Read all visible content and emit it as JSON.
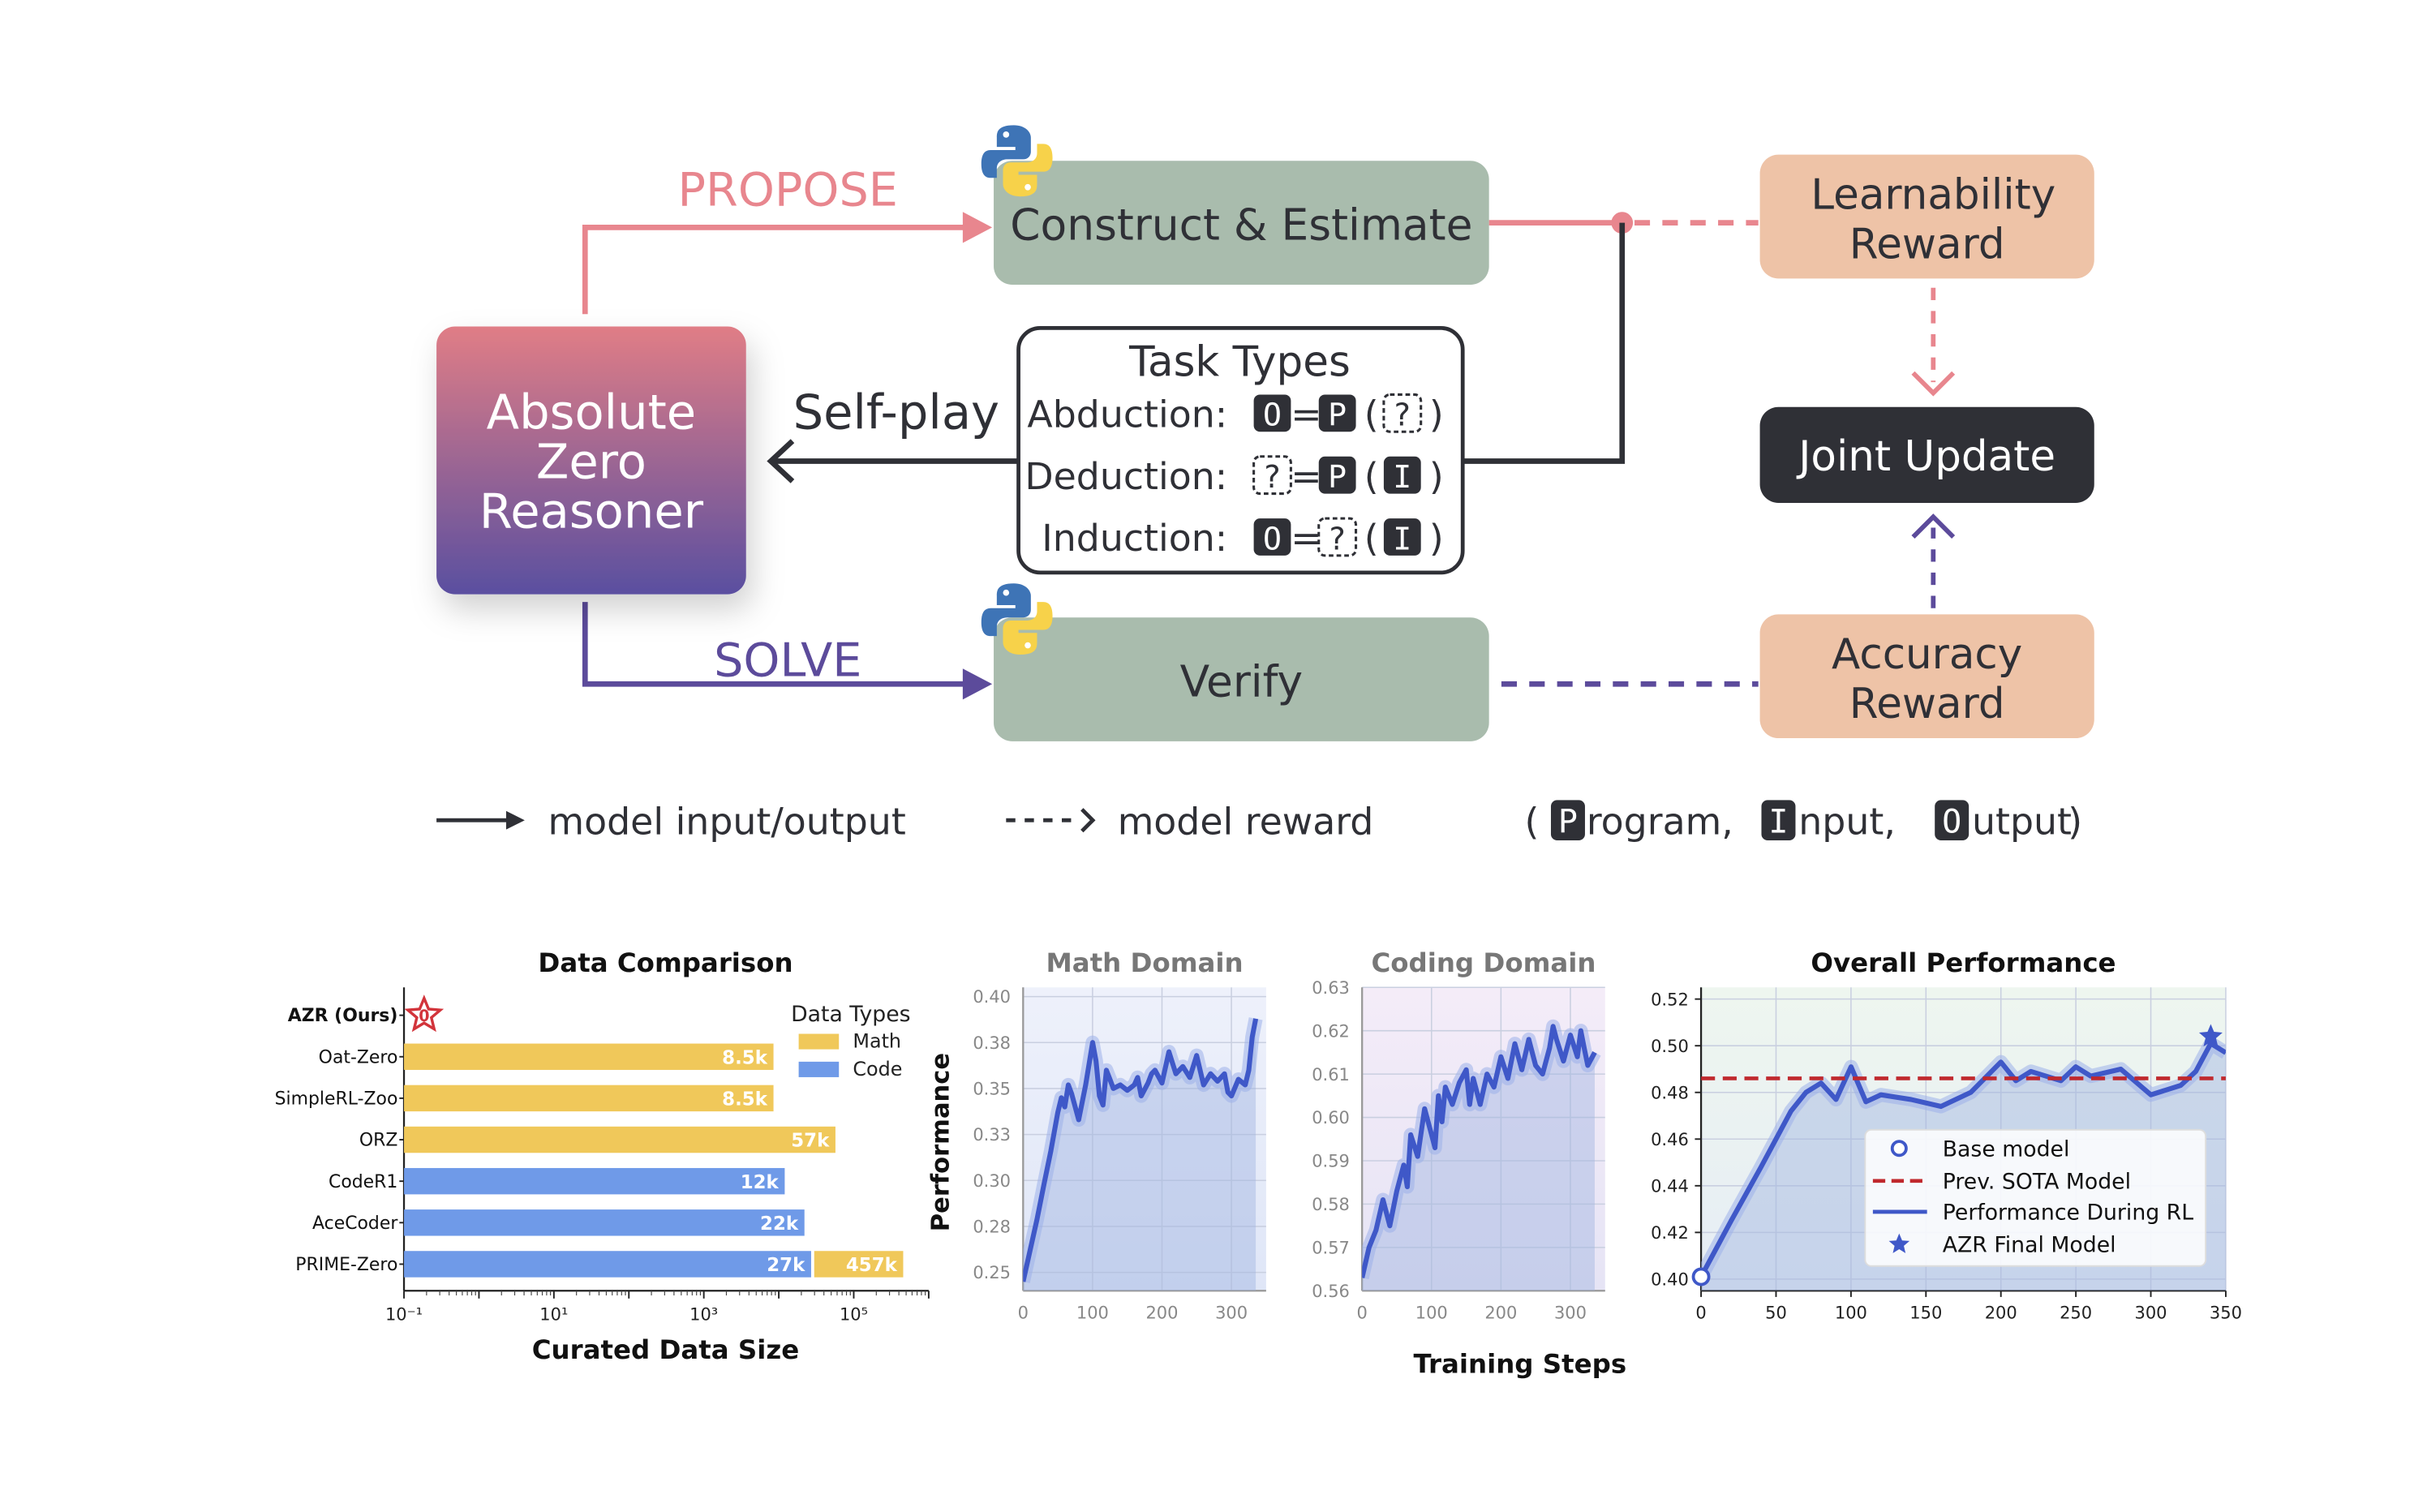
{
  "diagram": {
    "propose_label": "PROPOSE",
    "solve_label": "SOLVE",
    "selfplay_label": "Self-play",
    "reasoner_lines": [
      "Absolute",
      "Zero",
      "Reasoner"
    ],
    "construct_label": "Construct & Estimate",
    "verify_label": "Verify",
    "learnability_lines": [
      "Learnability",
      "Reward"
    ],
    "accuracy_lines": [
      "Accuracy",
      "Reward"
    ],
    "joint_update_label": "Joint Update",
    "task_types_title": "Task Types",
    "task_rows": [
      {
        "label": "Abduction:",
        "glyphs": [
          "O",
          "=",
          "P",
          "(",
          "?",
          ")"
        ]
      },
      {
        "label": "Deduction:",
        "glyphs": [
          "?",
          "=",
          "P",
          "(",
          "I",
          ")"
        ]
      },
      {
        "label": "Induction:",
        "glyphs": [
          "O",
          "=",
          "?",
          "(",
          "I",
          ")"
        ]
      }
    ],
    "python_icon": "python-logo-icon",
    "colors": {
      "propose": "#e8868e",
      "solve": "#5c4b9b",
      "action_box": "#a9bcad",
      "reward_box": "#eec3a7",
      "joint_update": "#2f3036",
      "dark": "#2f3036",
      "reasoner_top": "#e07d86",
      "reasoner_bottom": "#5a4fa0"
    }
  },
  "legend": {
    "solid_label": "model input/output",
    "dashed_label": "model reward",
    "paren_open": "(",
    "paren_close": ")",
    "program_tag": "P",
    "program_rest": "rogram,",
    "input_tag": "I",
    "input_rest": "nput,",
    "output_tag": "O",
    "output_rest": "utput"
  },
  "shared_labels": {
    "performance_ylabel": "Performance",
    "training_steps_xlabel": "Training Steps"
  },
  "chart_data": [
    {
      "type": "bar",
      "title": "Data Comparison",
      "xlabel": "Curated Data Size",
      "xscale": "log",
      "xlim": [
        0.1,
        1000000
      ],
      "xticks": [
        "10⁻¹",
        "10¹",
        "10³",
        "10⁵"
      ],
      "categories": [
        "AZR (Ours)",
        "Oat-Zero",
        "SimpleRL-Zoo",
        "ORZ",
        "CodeR1",
        "AceCoder",
        "PRIME-Zero"
      ],
      "ours_marker_label": "0",
      "legend_title": "Data Types",
      "legend_position": "top-right",
      "series": [
        {
          "name": "Math",
          "color": "#f0c85a",
          "values": [
            0,
            8500,
            8500,
            57000,
            0,
            0,
            457000
          ],
          "labels": [
            "",
            "8.5k",
            "8.5k",
            "57k",
            "",
            "",
            "457k"
          ]
        },
        {
          "name": "Code",
          "color": "#6f9ae8",
          "values": [
            0,
            0,
            0,
            0,
            12000,
            22000,
            27000
          ],
          "labels": [
            "",
            "",
            "",
            "",
            "12k",
            "22k",
            "27k"
          ]
        }
      ]
    },
    {
      "type": "line",
      "title": "Math Domain",
      "ylim": [
        0.24,
        0.405
      ],
      "xlim": [
        0,
        350
      ],
      "xticks": [
        0,
        100,
        200,
        300
      ],
      "yticks": [
        "0.25",
        "0.28",
        "0.30",
        "0.33",
        "0.35",
        "0.38",
        "0.40"
      ],
      "ytick_values": [
        0.25,
        0.275,
        0.3,
        0.325,
        0.35,
        0.375,
        0.4
      ],
      "grid": true,
      "x": [
        0,
        10,
        20,
        30,
        40,
        50,
        55,
        60,
        65,
        70,
        80,
        90,
        100,
        105,
        110,
        115,
        120,
        125,
        130,
        140,
        150,
        160,
        165,
        170,
        180,
        185,
        190,
        200,
        210,
        220,
        230,
        240,
        250,
        260,
        270,
        280,
        290,
        295,
        300,
        310,
        320,
        325,
        330,
        335
      ],
      "values": [
        0.245,
        0.262,
        0.279,
        0.298,
        0.316,
        0.337,
        0.345,
        0.34,
        0.352,
        0.347,
        0.333,
        0.352,
        0.375,
        0.365,
        0.346,
        0.341,
        0.36,
        0.355,
        0.35,
        0.352,
        0.349,
        0.352,
        0.356,
        0.346,
        0.353,
        0.358,
        0.36,
        0.353,
        0.37,
        0.358,
        0.362,
        0.356,
        0.368,
        0.352,
        0.358,
        0.354,
        0.358,
        0.348,
        0.346,
        0.355,
        0.352,
        0.36,
        0.378,
        0.388
      ],
      "color": "#3f58c8"
    },
    {
      "type": "line",
      "title": "Coding Domain",
      "ylim": [
        0.56,
        0.63
      ],
      "xlim": [
        0,
        350
      ],
      "xticks": [
        0,
        100,
        200,
        300
      ],
      "yticks": [
        "0.56",
        "0.57",
        "0.58",
        "0.59",
        "0.60",
        "0.61",
        "0.62",
        "0.63"
      ],
      "ytick_values": [
        0.56,
        0.57,
        0.58,
        0.59,
        0.6,
        0.61,
        0.62,
        0.63
      ],
      "grid": true,
      "x": [
        0,
        10,
        20,
        30,
        40,
        50,
        60,
        65,
        70,
        80,
        90,
        100,
        105,
        110,
        115,
        120,
        130,
        140,
        150,
        155,
        160,
        170,
        180,
        190,
        200,
        210,
        220,
        230,
        240,
        250,
        260,
        270,
        275,
        280,
        290,
        300,
        310,
        315,
        320,
        325,
        335
      ],
      "values": [
        0.563,
        0.57,
        0.574,
        0.581,
        0.575,
        0.583,
        0.589,
        0.584,
        0.596,
        0.591,
        0.602,
        0.596,
        0.593,
        0.605,
        0.599,
        0.607,
        0.603,
        0.608,
        0.611,
        0.603,
        0.609,
        0.603,
        0.61,
        0.607,
        0.614,
        0.609,
        0.617,
        0.611,
        0.618,
        0.612,
        0.61,
        0.616,
        0.621,
        0.618,
        0.613,
        0.619,
        0.614,
        0.62,
        0.616,
        0.612,
        0.615
      ],
      "color": "#3f58c8"
    },
    {
      "type": "line",
      "title": "Overall Performance",
      "ylim": [
        0.395,
        0.525
      ],
      "xlim": [
        0,
        350
      ],
      "xticks": [
        0,
        50,
        100,
        150,
        200,
        250,
        300,
        350
      ],
      "yticks": [
        "0.40",
        "0.42",
        "0.44",
        "0.46",
        "0.48",
        "0.50",
        "0.52"
      ],
      "ytick_values": [
        0.4,
        0.42,
        0.44,
        0.46,
        0.48,
        0.5,
        0.52
      ],
      "grid": true,
      "x": [
        0,
        20,
        40,
        60,
        70,
        80,
        90,
        100,
        110,
        120,
        140,
        160,
        180,
        200,
        210,
        220,
        240,
        250,
        260,
        280,
        300,
        320,
        330,
        340,
        350
      ],
      "values": [
        0.401,
        0.425,
        0.448,
        0.472,
        0.48,
        0.484,
        0.477,
        0.491,
        0.476,
        0.479,
        0.477,
        0.474,
        0.48,
        0.493,
        0.485,
        0.489,
        0.485,
        0.491,
        0.487,
        0.49,
        0.479,
        0.483,
        0.489,
        0.501,
        0.497
      ],
      "sota_value": 0.486,
      "base_value": 0.401,
      "final_point": {
        "x": 340,
        "y": 0.504
      },
      "legend_position": "lower-right",
      "legend": [
        "Base model",
        "Prev. SOTA Model",
        "Performance During RL",
        "AZR Final Model"
      ],
      "colors": {
        "line": "#3f58c8",
        "sota": "#c0282d"
      }
    }
  ]
}
